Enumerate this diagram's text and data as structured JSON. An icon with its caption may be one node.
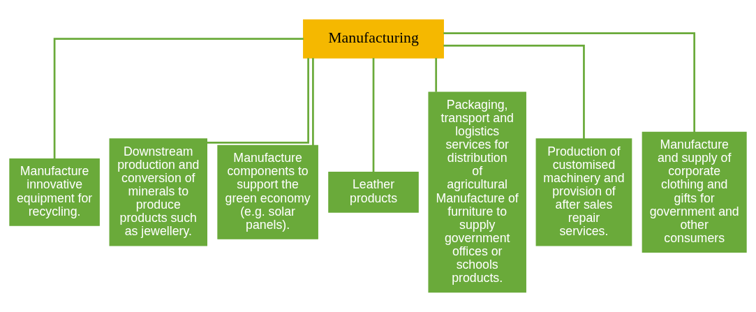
{
  "diagram": {
    "nodes": [
      {
        "text": [
          "Manufacturing"
        ]
      },
      {
        "text": [
          "Manufacture innovative equipment for recycling."
        ]
      },
      {
        "text": [
          "Downstream production and conversion of minerals to produce products such as jewellery."
        ]
      },
      {
        "text": [
          "Manufacture components to support the green economy (e.g. solar panels)."
        ]
      },
      {
        "text": [
          "Leather products"
        ]
      },
      {
        "text": [
          "Packaging, transport and logistics services for distribution of agricultural Manufacture of furniture to supply government offices or schools products."
        ]
      },
      {
        "text": [
          "Production of customised machinery and provision of after sales repair services."
        ]
      },
      {
        "text": [
          "Manufacture and supply of corporate clothing and gifts for government and other consumers"
        ]
      }
    ],
    "edges": [
      {
        "from": 0,
        "to": 1,
        "arrow": "none"
      },
      {
        "from": 0,
        "to": 2,
        "arrow": "none"
      },
      {
        "from": 0,
        "to": 3,
        "arrow": "none"
      },
      {
        "from": 0,
        "to": 4,
        "arrow": "none"
      },
      {
        "from": 0,
        "to": 5,
        "arrow": "none"
      },
      {
        "from": 0,
        "to": 6,
        "arrow": "none"
      },
      {
        "from": 0,
        "to": 7,
        "arrow": "none"
      }
    ]
  }
}
